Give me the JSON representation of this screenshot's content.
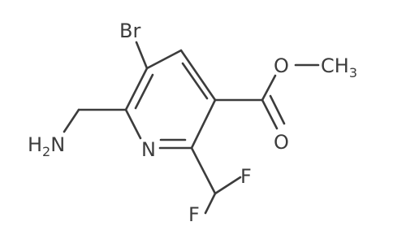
{
  "molecule": {
    "atom_labels": {
      "bromine": "Br",
      "ring_nitrogen": "N",
      "amine_prefix": "H",
      "amine_subscript": "2",
      "amine_nitrogen": "N",
      "ester_oxygen": "O",
      "carbonyl_oxygen": "O",
      "methyl_prefix": "CH",
      "methyl_subscript": "3",
      "fluorine_top": "F",
      "fluorine_bottom": "F"
    },
    "colors": {
      "bond": "#3c3c3c",
      "label": "#3c3c3c",
      "background": "#ffffff"
    }
  }
}
